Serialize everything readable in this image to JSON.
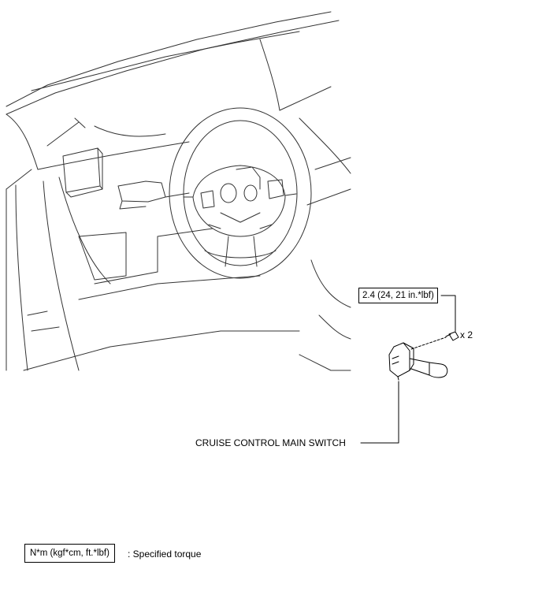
{
  "callouts": {
    "torque": "2.4 (24, 21 in.*lbf)",
    "quantity": "x 2",
    "part": "CRUISE CONTROL MAIN SWITCH"
  },
  "legend": {
    "unit_box": "N*m (kgf*cm, ft.*lbf)",
    "description": ": Specified torque"
  }
}
